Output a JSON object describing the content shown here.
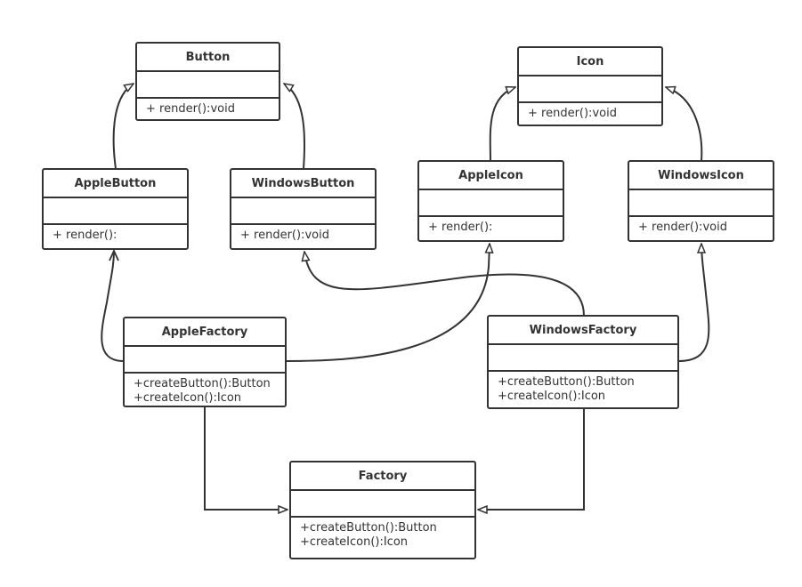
{
  "classes": {
    "button": {
      "name": "Button",
      "operations": [
        "+ render():void"
      ]
    },
    "icon": {
      "name": "Icon",
      "operations": [
        "+ render():void"
      ]
    },
    "apple_button": {
      "name": "AppleButton",
      "operations": [
        "+ render():"
      ]
    },
    "windows_button": {
      "name": "WindowsButton",
      "operations": [
        "+ render():void"
      ]
    },
    "apple_icon": {
      "name": "AppleIcon",
      "operations": [
        "+ render():"
      ]
    },
    "windows_icon": {
      "name": "WindowsIcon",
      "operations": [
        "+ render():void"
      ]
    },
    "apple_factory": {
      "name": "AppleFactory",
      "operations": [
        "+createButton():Button",
        "+createIcon():Icon"
      ]
    },
    "windows_factory": {
      "name": "WindowsFactory",
      "operations": [
        "+createButton():Button",
        "+createIcon():Icon"
      ]
    },
    "factory": {
      "name": "Factory",
      "operations": [
        "+createButton():Button",
        "+createIcon():Icon"
      ]
    }
  },
  "relationships": [
    {
      "from": "AppleButton",
      "to": "Button",
      "kind": "generalization"
    },
    {
      "from": "WindowsButton",
      "to": "Button",
      "kind": "generalization"
    },
    {
      "from": "AppleIcon",
      "to": "Icon",
      "kind": "generalization"
    },
    {
      "from": "WindowsIcon",
      "to": "Icon",
      "kind": "generalization"
    },
    {
      "from": "AppleFactory",
      "to": "AppleButton",
      "kind": "dependency"
    },
    {
      "from": "AppleFactory",
      "to": "AppleIcon",
      "kind": "dependency"
    },
    {
      "from": "WindowsFactory",
      "to": "WindowsButton",
      "kind": "dependency"
    },
    {
      "from": "WindowsFactory",
      "to": "WindowsIcon",
      "kind": "dependency"
    },
    {
      "from": "AppleFactory",
      "to": "Factory",
      "kind": "realization"
    },
    {
      "from": "WindowsFactory",
      "to": "Factory",
      "kind": "realization"
    }
  ],
  "colors": {
    "stroke": "#333333",
    "background": "#ffffff"
  }
}
